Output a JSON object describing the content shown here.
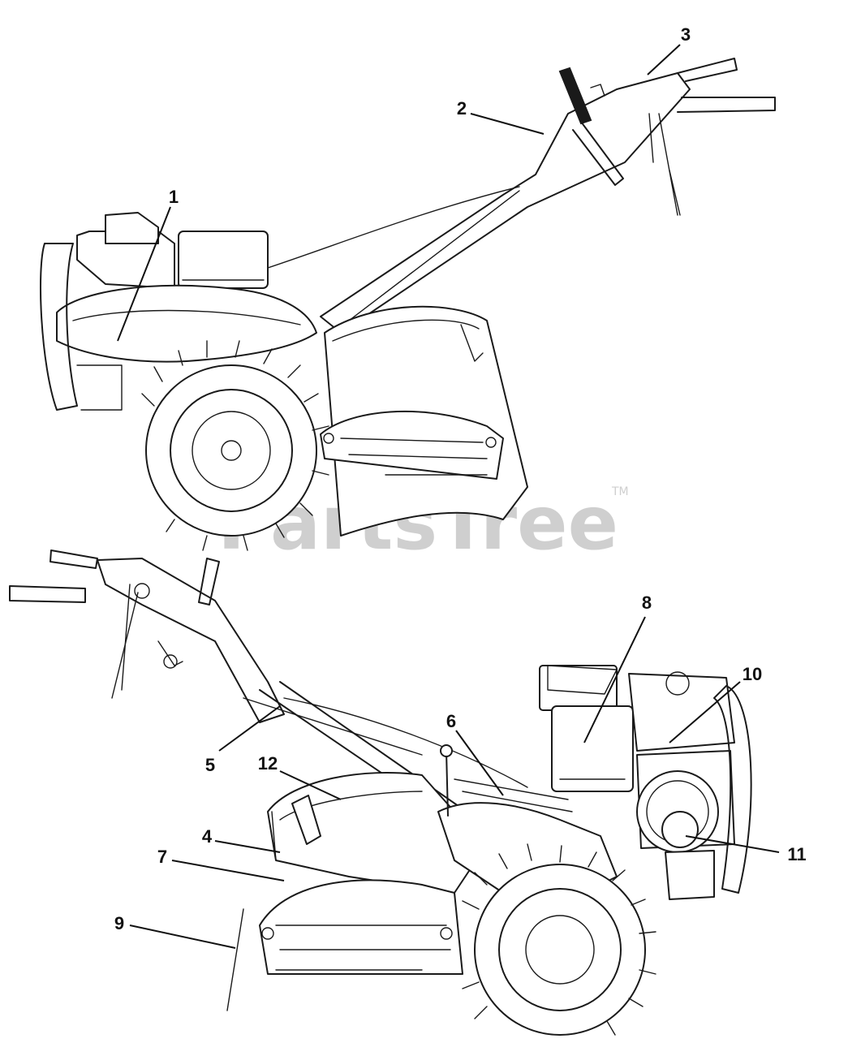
{
  "watermark": {
    "text": "PartsTree",
    "trademark": "TM"
  },
  "callouts": [
    {
      "id": "1",
      "label": "1"
    },
    {
      "id": "2",
      "label": "2"
    },
    {
      "id": "3",
      "label": "3"
    },
    {
      "id": "4",
      "label": "4"
    },
    {
      "id": "5",
      "label": "5"
    },
    {
      "id": "6",
      "label": "6"
    },
    {
      "id": "7",
      "label": "7"
    },
    {
      "id": "8",
      "label": "8"
    },
    {
      "id": "9",
      "label": "9"
    },
    {
      "id": "10",
      "label": "10"
    },
    {
      "id": "11",
      "label": "11"
    },
    {
      "id": "12",
      "label": "12"
    }
  ],
  "views": [
    {
      "name": "tiller-rear-left-view"
    },
    {
      "name": "tiller-front-right-view"
    }
  ]
}
